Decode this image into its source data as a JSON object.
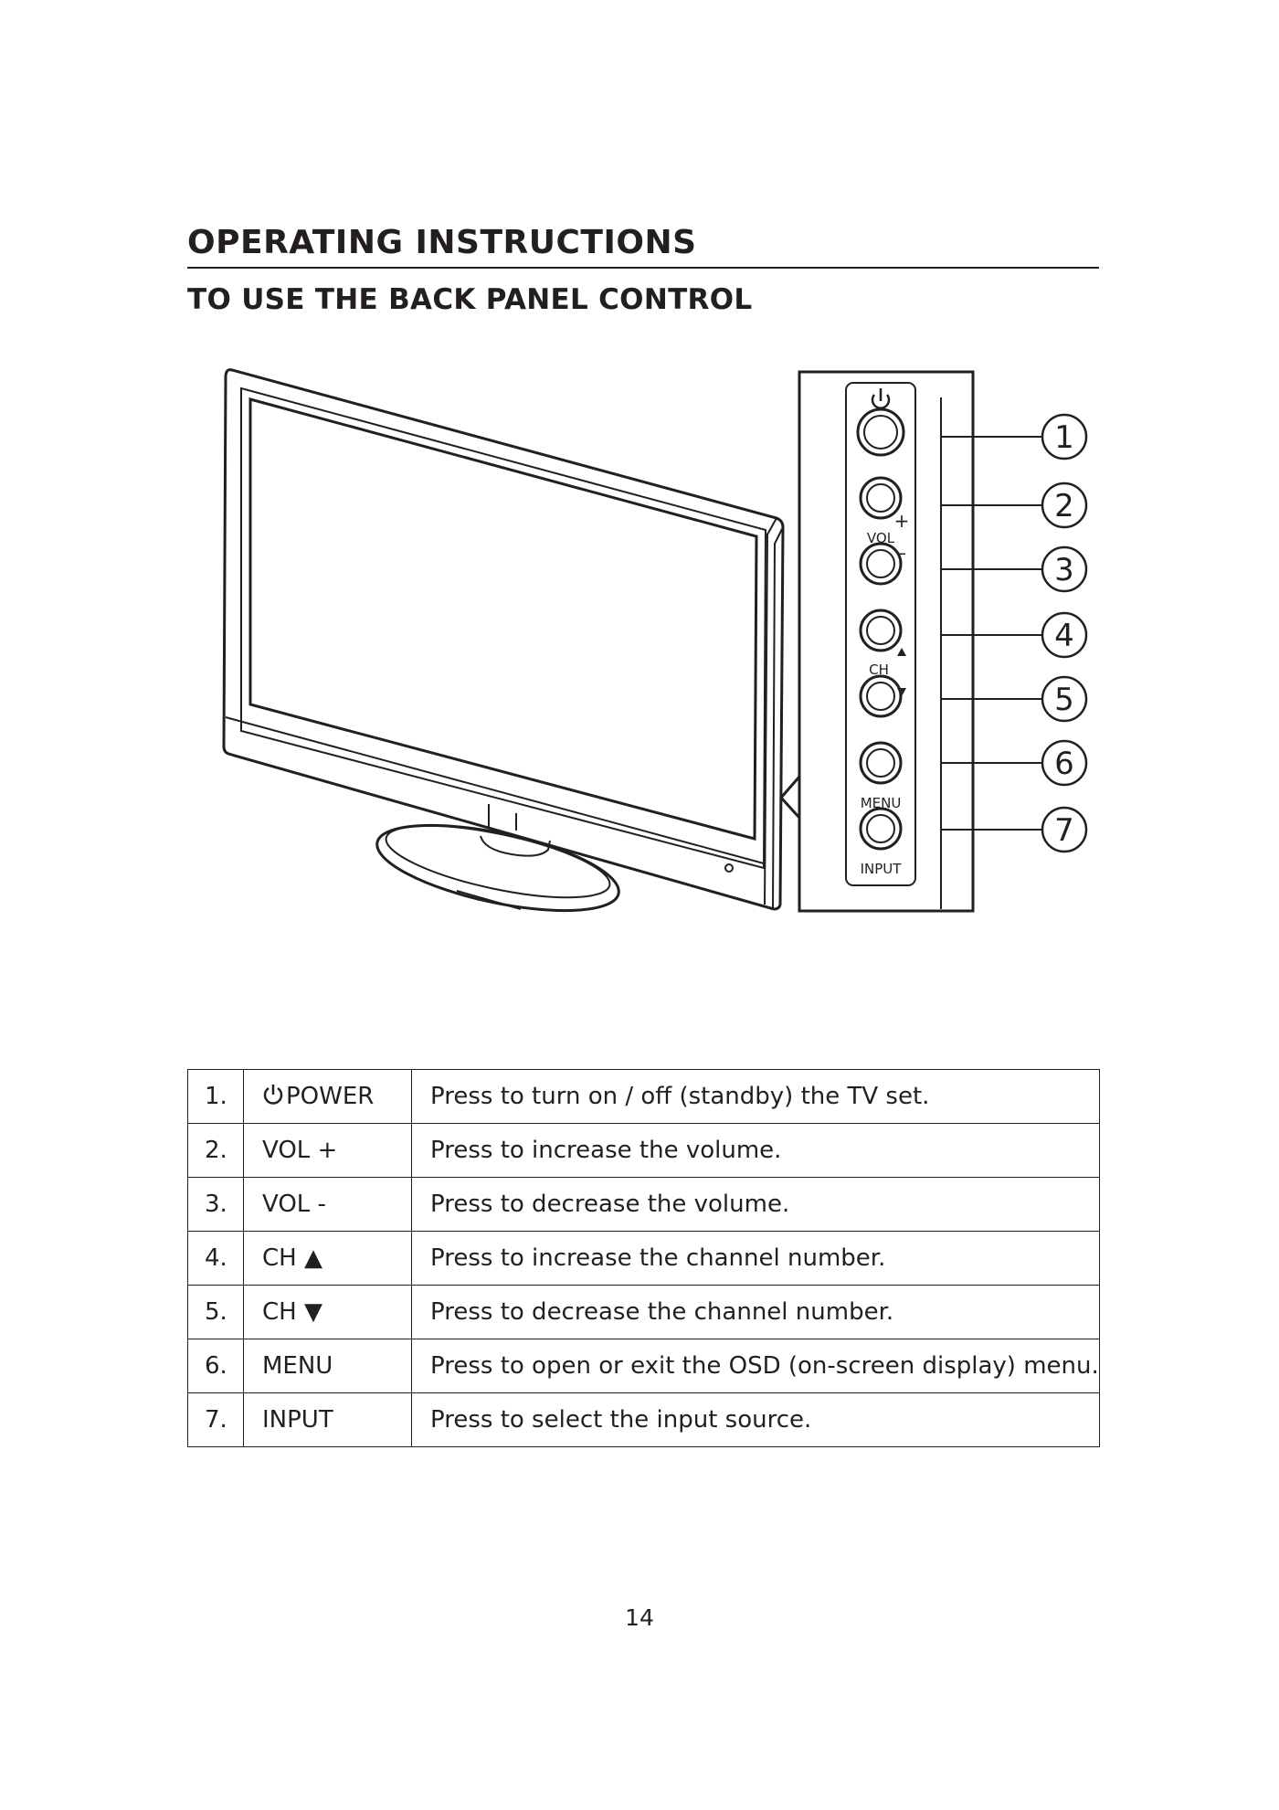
{
  "heading": "OPERATING INSTRUCTIONS",
  "subheading": "TO USE THE BACK PANEL CONTROL",
  "figure": {
    "panel_labels": {
      "vol": "VOL",
      "ch": "CH",
      "menu": "MENU",
      "input": "INPUT",
      "plus": "+",
      "minus": "–"
    },
    "callouts": [
      "1",
      "2",
      "3",
      "4",
      "5",
      "6",
      "7"
    ]
  },
  "table": {
    "rows": [
      {
        "num": "1.",
        "name": "POWER",
        "icon": "power-icon",
        "desc": "Press to turn on / off (standby) the TV set."
      },
      {
        "num": "2.",
        "name": "VOL +",
        "desc": "Press to increase the volume."
      },
      {
        "num": "3.",
        "name": "VOL -",
        "desc": "Press to decrease the volume."
      },
      {
        "num": "4.",
        "name": "CH ▲",
        "desc": "Press to increase the channel number."
      },
      {
        "num": "5.",
        "name": "CH ▼",
        "desc": "Press to decrease the channel number."
      },
      {
        "num": "6.",
        "name": "MENU",
        "desc": "Press to open or exit the OSD (on-screen display) menu."
      },
      {
        "num": "7.",
        "name": "INPUT",
        "desc": "Press to select the input source."
      }
    ]
  },
  "page_number": "14"
}
